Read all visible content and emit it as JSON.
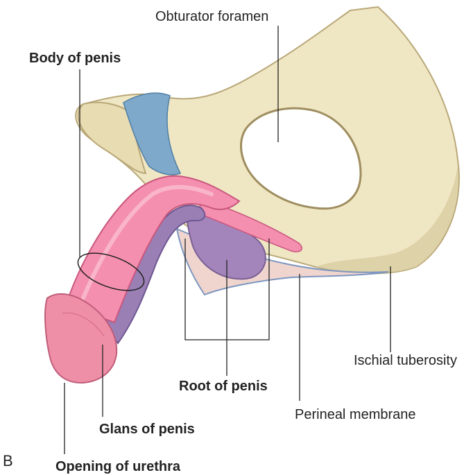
{
  "figure": {
    "panel_letter": "B"
  },
  "labels": {
    "obturator_foramen": "Obturator foramen",
    "body_of_penis": "Body of penis",
    "ischial_tuberosity": "Ischial tuberosity",
    "root_of_penis": "Root of penis",
    "perineal_membrane": "Perineal membrane",
    "glans_of_penis": "Glans of penis",
    "opening_of_urethra": "Opening of urethra"
  },
  "colors": {
    "bone": "#efe6c4",
    "bone_shadow": "#d7c99c",
    "ligament": "#7fa9cb",
    "penis_body": "#f48fb0",
    "penis_highlight": "#f9b6cb",
    "corpus_spongiosum": "#9a7fb5",
    "crus": "#a385bb",
    "perineal_membrane": "#f0d5cf",
    "glans": "#ee8fa7",
    "leader_line": "#222222"
  }
}
